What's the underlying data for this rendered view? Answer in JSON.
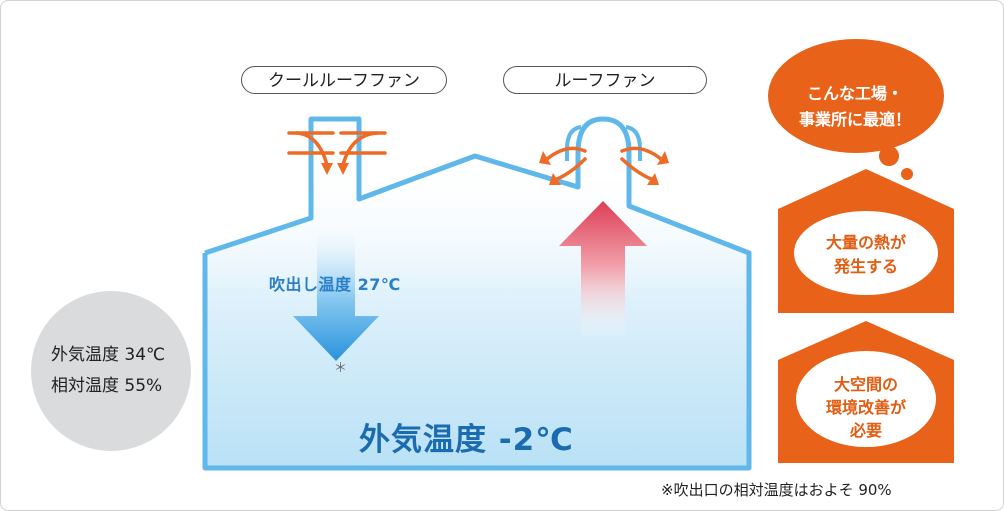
{
  "labels": {
    "cool_roof_fan": "クールルーフファン",
    "roof_fan": "ルーフファン",
    "outside_temp": "外気温度 34℃",
    "outside_humidity": "相対温度 55%",
    "blow_temp": "吹出し温度 27℃",
    "asterisk": "＊",
    "inside_temp": "外気温度 -2℃"
  },
  "callouts": {
    "thought_line1": "こんな工場・",
    "thought_line2": "事業所に最適！",
    "badge1_line1": "大量の熱が",
    "badge1_line2": "発生する",
    "badge2_line1": "大空間の",
    "badge2_line2": "環境改善が",
    "badge2_line3": "必要"
  },
  "footnote": "※吹出口の相対温度はおよそ 90%",
  "colors": {
    "building_outline": "#5fb7ea",
    "cool_arrow": "#2a93dd",
    "hot_arrow": "#e0485a",
    "fan_airflow": "#ee6b25",
    "accent_orange": "#e8621a",
    "outside_circle": "#dadbdc"
  }
}
